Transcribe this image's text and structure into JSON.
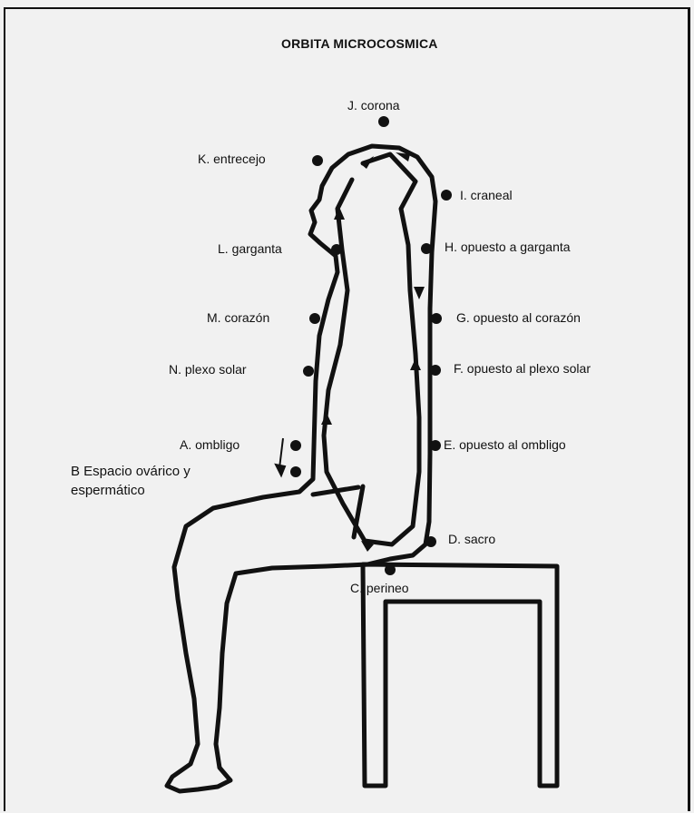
{
  "title": "ORBITA MICROCOSMICA",
  "points": {
    "J": "J.  corona",
    "K": "K.  entrecejo",
    "I": "I.    craneal",
    "L": "L.  garganta",
    "H": "H.  opuesto a garganta",
    "M": "M.  corazón",
    "G": "G.  opuesto al corazón",
    "N": "N.  plexo solar",
    "F": "F.  opuesto al plexo solar",
    "A": "A.  ombligo",
    "E": "E.  opuesto al ombligo",
    "B_line1": "B  Espacio ovárico y",
    "B_line2": "espermático",
    "D": "D.  sacro",
    "C": "C.  perineo"
  },
  "colors": {
    "ink": "#111111",
    "paper": "#f1f1f1"
  }
}
